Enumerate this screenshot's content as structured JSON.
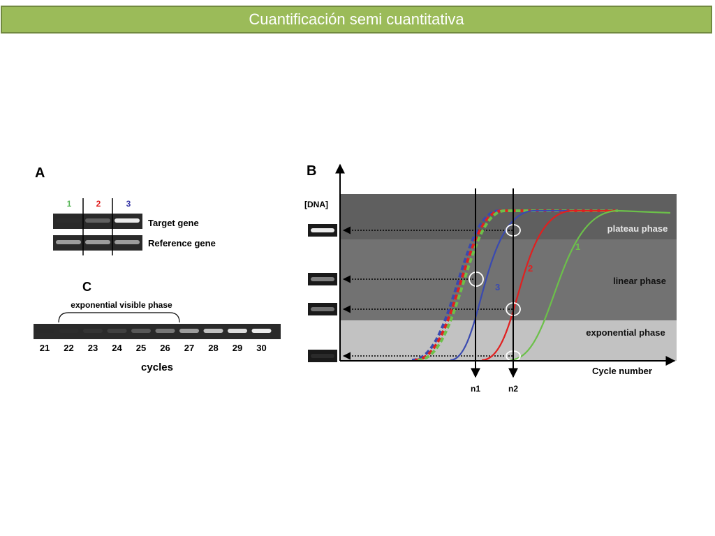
{
  "slide": {
    "title": "Cuantificación semi cuantitativa"
  },
  "panel_a": {
    "label": "A",
    "lanes": [
      "1",
      "2",
      "3"
    ],
    "lane_colors": [
      "#5cb85c",
      "#e02020",
      "#3a3aa8"
    ],
    "rows": [
      "Target gene",
      "Reference gene"
    ],
    "target_intensity": [
      0.05,
      0.45,
      0.95
    ],
    "reference_intensity": [
      0.7,
      0.7,
      0.7
    ]
  },
  "panel_c": {
    "label": "C",
    "bracket_label": "exponential visible phase",
    "cycles": [
      "21",
      "22",
      "23",
      "24",
      "25",
      "26",
      "27",
      "28",
      "29",
      "30"
    ],
    "band_intensity": [
      0.0,
      0.05,
      0.15,
      0.25,
      0.4,
      0.55,
      0.7,
      0.82,
      0.9,
      0.95
    ],
    "axis_label": "cycles"
  },
  "panel_b": {
    "label": "B",
    "y_axis_label": "[DNA]",
    "x_axis_label": "Cycle number",
    "phases": [
      "plateau phase",
      "linear phase",
      "exponential phase"
    ],
    "markers": [
      "n1",
      "n2"
    ],
    "curve_labels": [
      "1",
      "2",
      "3"
    ],
    "curve_colors": [
      "#6cc04a",
      "#e02020",
      "#3a4ab0"
    ],
    "band_intensity": [
      0.95,
      0.6,
      0.55,
      0.15
    ]
  }
}
